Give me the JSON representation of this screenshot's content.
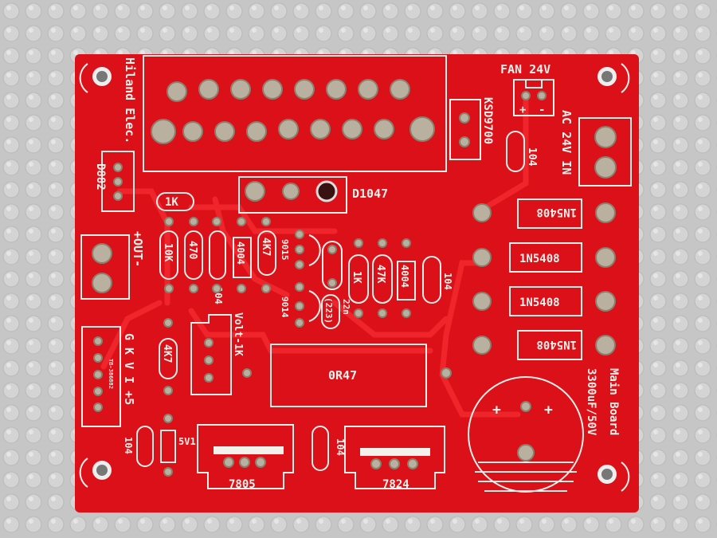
{
  "scene": "pcb",
  "colors": {
    "board": "#dc1018",
    "silkscreen": "#f4f0ec",
    "background": "#c9c9c9",
    "pad": "#b9b0a0"
  },
  "labels": {
    "brand": "Hiland Elec.",
    "thermostat": "KSD9700",
    "fan": "FAN 24V",
    "ac_in": "AC 24V IN",
    "cap_fan": "104",
    "transistor_d882": "D882",
    "res_1k_top": "1K",
    "transistor_d1047": "D1047",
    "diode1": "1N5408",
    "diode2": "1N5408",
    "diode3": "1N5408",
    "diode4": "1N5408",
    "out": "+OUT-",
    "res_10k": "10K",
    "res_470": "470",
    "cap_104_a": "104",
    "diode_4004_a": "4004",
    "res_4k7_a": "4K7",
    "tr_9015": "9015",
    "tr_9014": "9014",
    "cap_22n": "22n",
    "cap_223": "(223)",
    "res_1k_mid": "1K",
    "res_47k": "47K",
    "diode_4004_b": "4004",
    "cap_104_b": "104",
    "connector_pins": "G K V I +5",
    "connector_part": "TB-386882",
    "res_4k7_b": "4K7",
    "pot": "Volt-1K",
    "shunt": "0R47",
    "main_board": "Main Board",
    "bulk_cap": "3300uF/50V",
    "cap_plus1": "+",
    "cap_plus2": "+",
    "fan_plus": "+",
    "fan_minus": "-",
    "cap_104_c": "104",
    "zener": "5V1",
    "reg_7805": "7805",
    "cap_104_d": "104",
    "reg_7824": "7824"
  }
}
